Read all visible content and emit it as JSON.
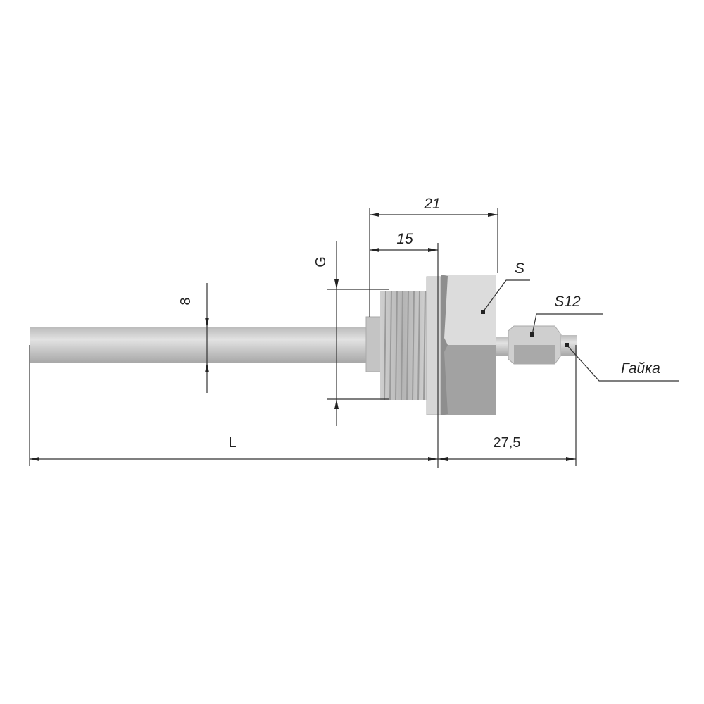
{
  "title": "Sensor dimensional drawing",
  "dimensions": {
    "overall_head": "21",
    "thread_length": "15",
    "thread": "G",
    "diameter": "8",
    "length": "L",
    "tail_length": "27,5"
  },
  "callouts": {
    "hex": "S",
    "nut_hex": "S12",
    "nut": "Гайка"
  },
  "colors": {
    "metal_light": "#d8d8d8",
    "metal_mid": "#bdbdbd",
    "metal_dark": "#9a9a9a",
    "line": "#333333"
  }
}
